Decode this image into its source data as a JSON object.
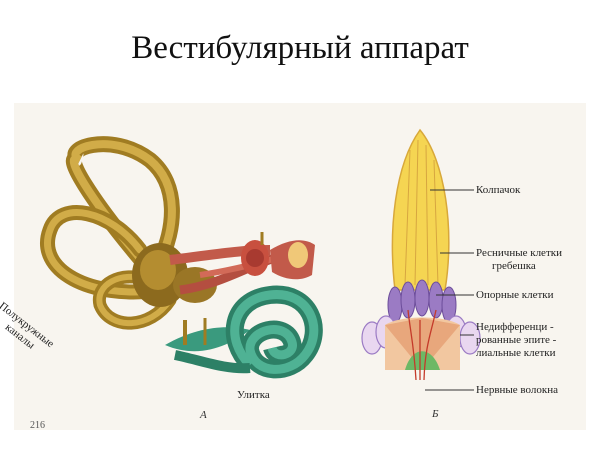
{
  "title": "Вестибулярный аппарат",
  "figure_a": {
    "letter": "А",
    "canals_label_line1": "Полукружные",
    "canals_label_line2": "каналы",
    "cochlea_label": "Улитка"
  },
  "figure_b": {
    "letter": "Б",
    "labels": [
      "Колпачок",
      "Ресничные клетки",
      "гребешка",
      "Опорные клетки",
      "Недифференци -",
      "рованные эпите -",
      "лиальные клетки",
      "Нервные волокна"
    ]
  },
  "page_number": "216",
  "colors": {
    "canal": "#b8902a",
    "nerve": "#c25a4a",
    "cochlea": "#3a9a7e",
    "cupula": "#f5d552",
    "cells": "#9b7bc4"
  }
}
